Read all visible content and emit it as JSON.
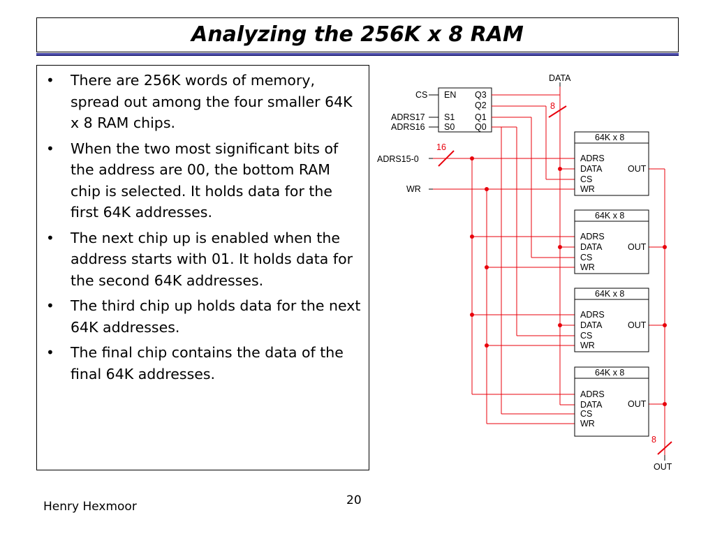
{
  "slide": {
    "title": "Analyzing the 256K x 8 RAM",
    "author": "Henry Hexmoor",
    "page_number": "20"
  },
  "bullets": [
    "There are 256K words of memory, spread out among the four smaller 64K x 8 RAM chips.",
    "When the two most significant bits of the address are 00, the bottom RAM chip is selected. It holds data for the first 64K addresses.",
    "The next chip up is enabled when the address starts with 01. It holds data for the second 64K addresses.",
    "The third chip up holds data for the next 64K addresses.",
    "The final chip contains the data of the final 64K addresses."
  ],
  "diagram": {
    "wire_color": "#e8000b",
    "decoder": {
      "inputs": [
        "EN",
        "S1",
        "S0"
      ],
      "outputs": [
        "Q3",
        "Q2",
        "Q1",
        "Q0"
      ],
      "signals": [
        "CS",
        "ADRS17",
        "ADRS16"
      ]
    },
    "bus_inputs": [
      "ADRS15-0",
      "WR"
    ],
    "data_label": "DATA",
    "out_label": "OUT",
    "bus_width_data": "8",
    "bus_width_addr": "16",
    "bus_width_out": "8",
    "chip": {
      "title": "64K x 8",
      "pins_left": [
        "ADRS",
        "DATA",
        "CS",
        "WR"
      ],
      "pin_right": "OUT"
    }
  }
}
